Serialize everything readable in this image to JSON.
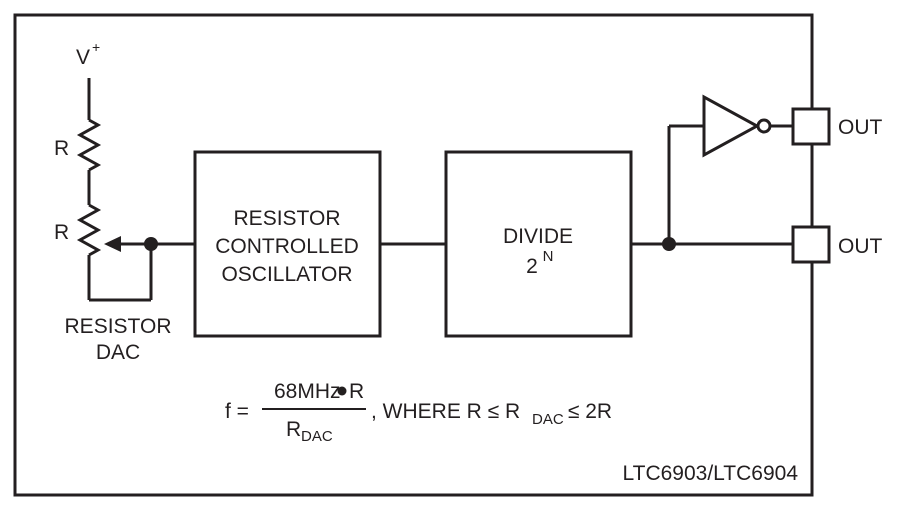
{
  "supply": {
    "label": "V",
    "superscript": "+"
  },
  "resistors": {
    "fixed_label": "R",
    "pot_label": "R"
  },
  "dac_label": {
    "line1": "RESISTOR",
    "line2": "DAC"
  },
  "oscillator_block": {
    "line1": "RESISTOR",
    "line2": "CONTROLLED",
    "line3": "OSCILLATOR"
  },
  "divider_block": {
    "line1": "DIVIDE",
    "base": "2",
    "exponent": "N"
  },
  "outputs": {
    "inverted_label": "OUT",
    "normal_label": "OUT"
  },
  "formula": {
    "lhs": "f =",
    "numerator_left": "68MHz",
    "numerator_right": "R",
    "denominator_base": "R",
    "denominator_sub": "DAC",
    "where_text": ", WHERE R ≤ R",
    "where_sub": "DAC",
    "where_tail": " ≤ 2R"
  },
  "part_number": "LTC6903/LTC6904"
}
